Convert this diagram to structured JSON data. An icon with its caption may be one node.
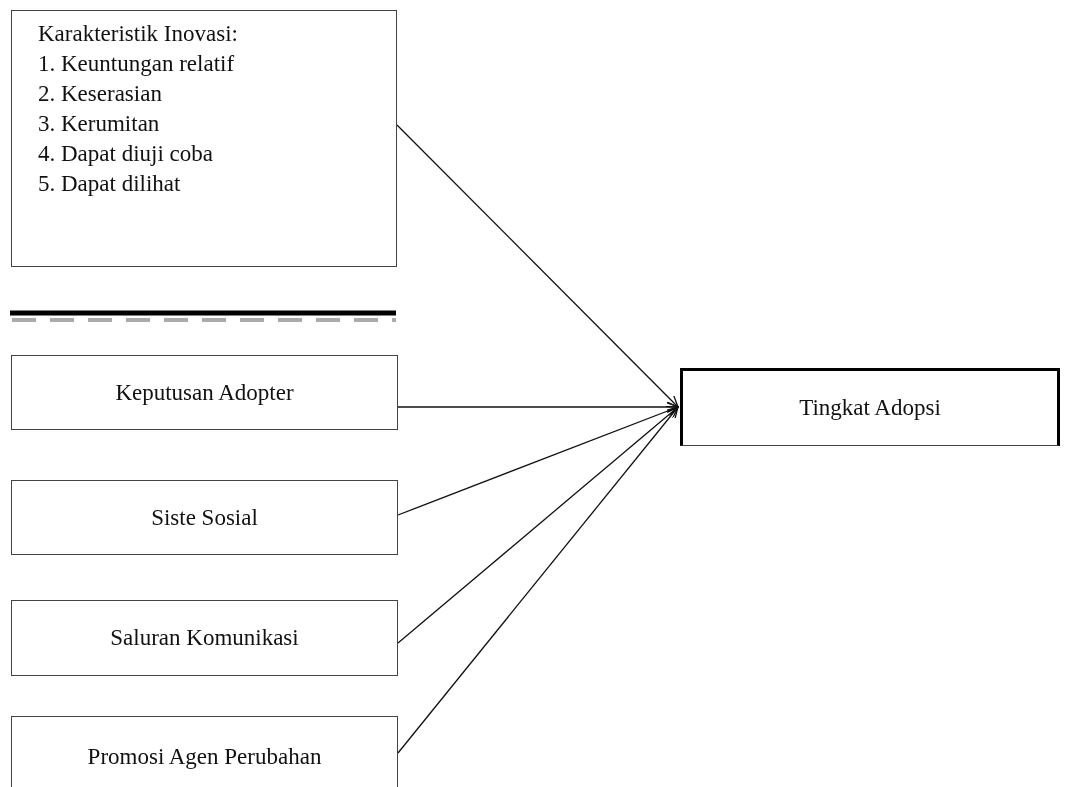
{
  "diagram": {
    "nodes": [
      {
        "text": [
          "Karakteristik Inovasi:",
          "1. Keuntungan relatif",
          "2. Keserasian",
          "3. Kerumitan",
          "4. Dapat diuji coba",
          "5. Dapat dilihat"
        ]
      },
      {
        "text": [
          "Keputusan Adopter"
        ]
      },
      {
        "text": [
          "Siste Sosial"
        ]
      },
      {
        "text": [
          "Saluran Komunikasi"
        ]
      },
      {
        "text": [
          "Promosi Agen Perubahan"
        ]
      },
      {
        "text": [
          "Tingkat Adopsi"
        ]
      }
    ],
    "edges": [
      {
        "from": 0,
        "to": 5,
        "arrow": "to"
      },
      {
        "from": 1,
        "to": 5,
        "arrow": "to"
      },
      {
        "from": 2,
        "to": 5,
        "arrow": "to"
      },
      {
        "from": 3,
        "to": 5,
        "arrow": "to"
      },
      {
        "from": 4,
        "to": 5,
        "arrow": "to"
      }
    ]
  }
}
